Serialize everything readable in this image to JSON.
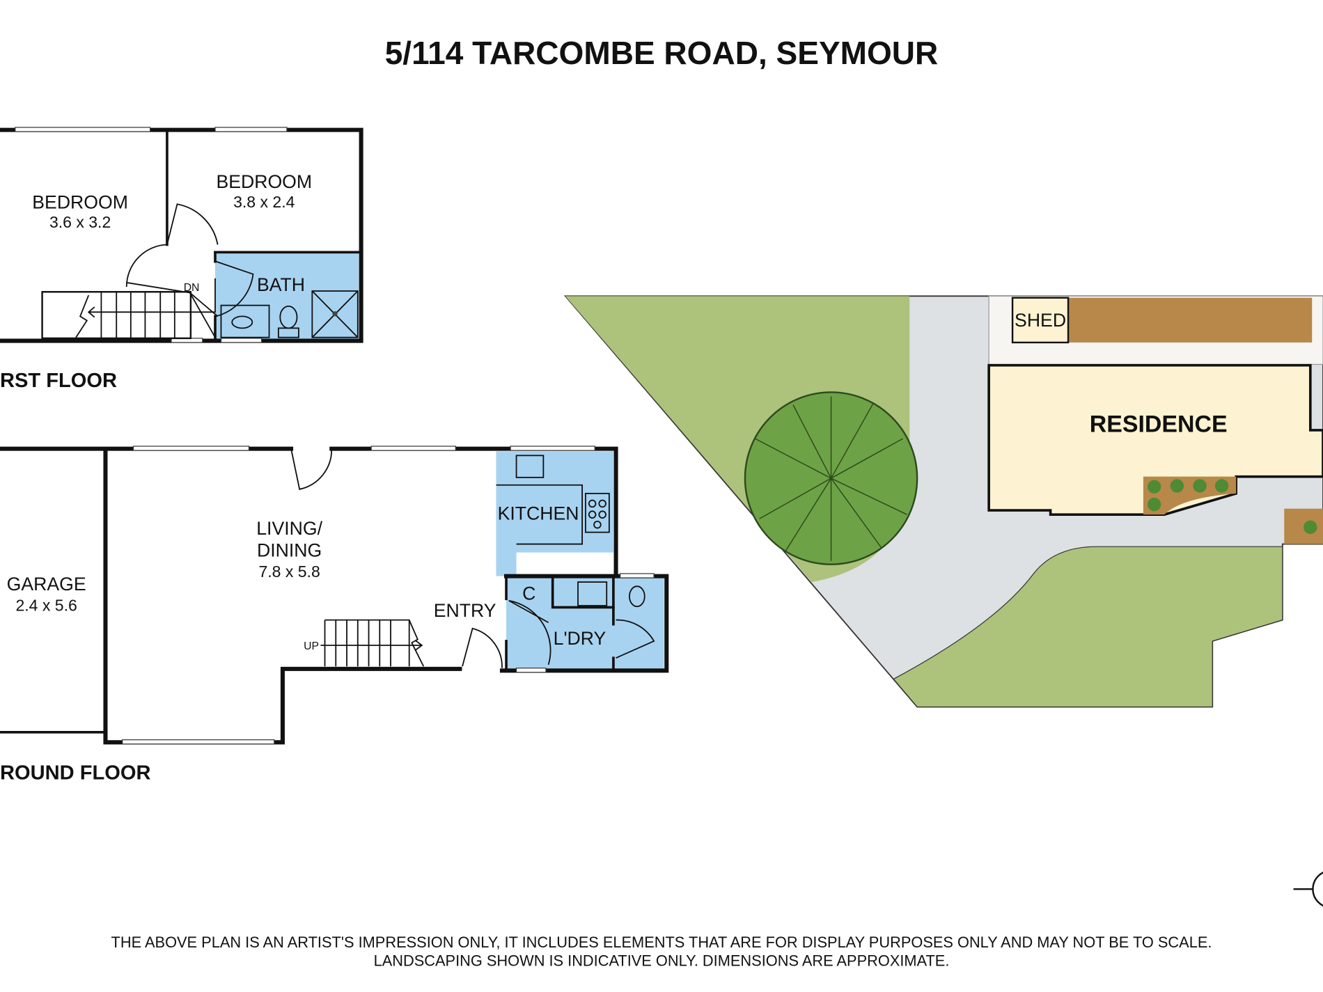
{
  "title": "5/114 TARCOMBE ROAD, SEYMOUR",
  "first_floor": {
    "label": "RST FLOOR",
    "rooms": [
      {
        "name": "BEDROOM",
        "dims": "3.6 x 3.2"
      },
      {
        "name": "BEDROOM",
        "dims": "3.8 x 2.4"
      },
      {
        "name": "BATH"
      }
    ],
    "stair_label": "DN"
  },
  "ground_floor": {
    "label": "ROUND FLOOR",
    "rooms": [
      {
        "name": "GARAGE",
        "dims": "2.4 x 5.6"
      },
      {
        "name_line1": "LIVING/",
        "name_line2": "DINING",
        "dims": "7.8 x 5.8"
      },
      {
        "name": "KITCHEN"
      },
      {
        "name": "ENTRY"
      },
      {
        "name": "C"
      },
      {
        "name": "L'DRY"
      }
    ],
    "stair_label": "UP"
  },
  "site_plan": {
    "shed_label": "SHED",
    "residence_label": "RESIDENCE"
  },
  "colors": {
    "wet_area": "#a8d3f0",
    "lawn": "#adc27b",
    "driveway": "#dde1e4",
    "residence": "#fdf3d2",
    "garden_bed": "#b7884a",
    "tree": "#6ea246"
  },
  "disclaimer": {
    "line1": "THE ABOVE PLAN IS AN ARTIST'S IMPRESSION ONLY, IT INCLUDES ELEMENTS THAT ARE FOR DISPLAY PURPOSES ONLY AND MAY NOT BE TO SCALE.",
    "line2": "LANDSCAPING SHOWN IS INDICATIVE ONLY. DIMENSIONS ARE APPROXIMATE."
  }
}
